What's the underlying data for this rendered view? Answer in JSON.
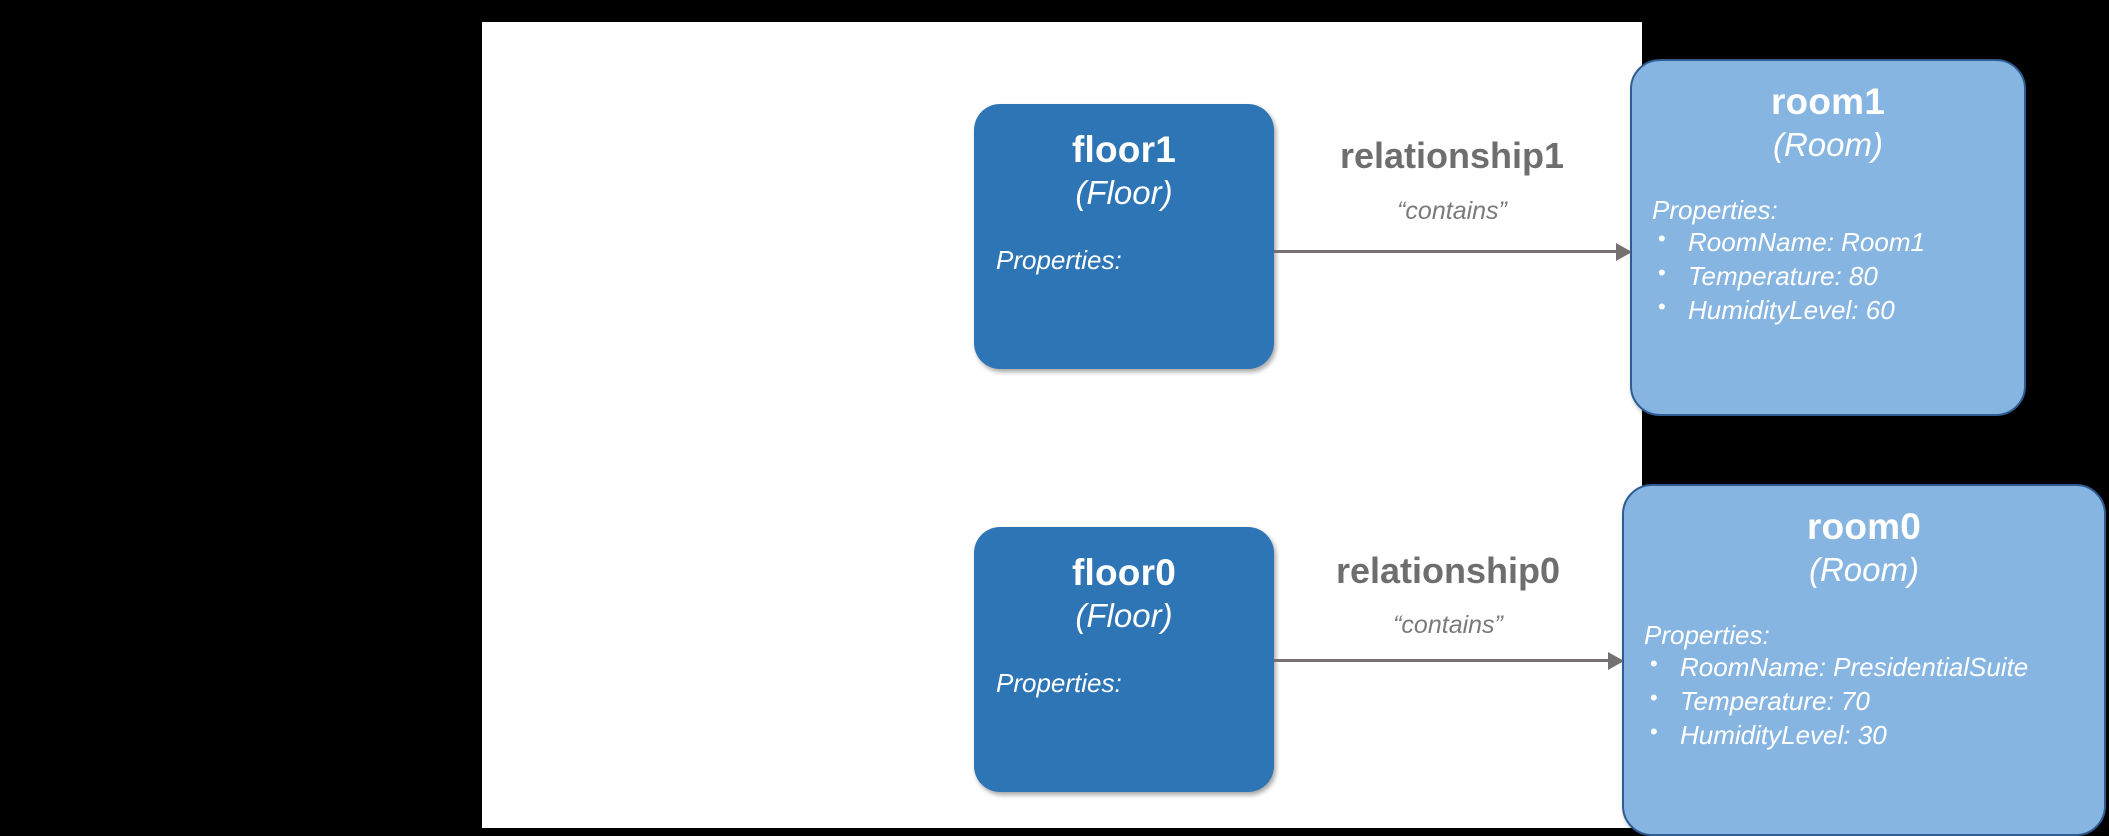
{
  "canvas": {
    "background_color": "#FFFFFF",
    "outer_background_color": "#000000"
  },
  "colors": {
    "floor_fill": "#2E75B6",
    "room_fill": "#87B5E2",
    "room_border": "#2F5C91",
    "connector": "#767171",
    "relationship_label": "#6E6E6E",
    "node_text": "#FFFFFF"
  },
  "nodes": {
    "floor1": {
      "name": "floor1",
      "type": "(Floor)",
      "properties_label": "Properties:",
      "properties": []
    },
    "room1": {
      "name": "room1",
      "type": "(Room)",
      "properties_label": "Properties:",
      "properties": [
        "RoomName: Room1",
        "Temperature: 80",
        "HumidityLevel: 60"
      ]
    },
    "floor0": {
      "name": "floor0",
      "type": "(Floor)",
      "properties_label": "Properties:",
      "properties": []
    },
    "room0": {
      "name": "room0",
      "type": "(Room)",
      "properties_label": "Properties:",
      "properties": [
        "RoomName: PresidentialSuite",
        "Temperature: 70",
        "HumidityLevel: 30"
      ]
    }
  },
  "relationships": {
    "relationship1": {
      "name": "relationship1",
      "kind": "“contains”",
      "source": "floor1",
      "target": "room1"
    },
    "relationship0": {
      "name": "relationship0",
      "kind": "“contains”",
      "source": "floor0",
      "target": "room0"
    }
  }
}
